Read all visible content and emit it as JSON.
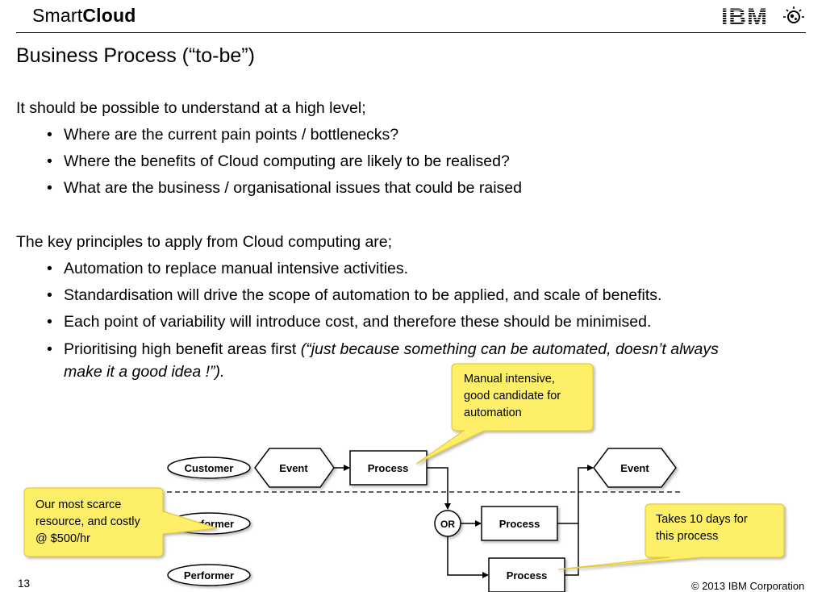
{
  "header": {
    "brand_light": "Smart",
    "brand_bold": "Cloud",
    "logo_text": "IBM"
  },
  "slide": {
    "title": "Business Process (“to-be”)",
    "intro1": "It should be possible to understand at a high level;",
    "bullets1": [
      "Where are the current pain points / bottlenecks?",
      "Where the benefits of Cloud computing are likely to be realised?",
      "What are the business / organisational issues that could be raised"
    ],
    "intro2": "The key principles to apply from Cloud computing are;",
    "bullets2": [
      "Automation to replace manual intensive activities.",
      "Standardisation will drive the scope of automation to be applied, and scale of benefits.",
      "Each point of variability will introduce cost, and therefore these should be minimised."
    ],
    "bullet_last_normal": "Prioritising high benefit areas first ",
    "bullet_last_italic1": "(“just because something can be automated, doesn’t always",
    "bullet_last_italic2": "make it a good idea !”).",
    "bullet_symbol": "•"
  },
  "diagram": {
    "roles": [
      "Customer",
      "Performer",
      "Performer"
    ],
    "event_left": "Event",
    "event_right": "Event",
    "process_top": "Process",
    "process_mid": "Process",
    "process_bottom": "Process",
    "gateway": "OR"
  },
  "callouts": {
    "manual": [
      "Manual intensive,",
      "good candidate for",
      "automation"
    ],
    "scarce": [
      "Our most scarce",
      "resource, and costly",
      "@ $500/hr"
    ],
    "days": [
      "Takes 10 days for",
      "this process"
    ]
  },
  "footer": {
    "page": "13",
    "copyright": "© 2013 IBM Corporation"
  },
  "colors": {
    "callout_fill": "#fdf067",
    "callout_stroke": "#e8c93b",
    "text": "#000000"
  }
}
